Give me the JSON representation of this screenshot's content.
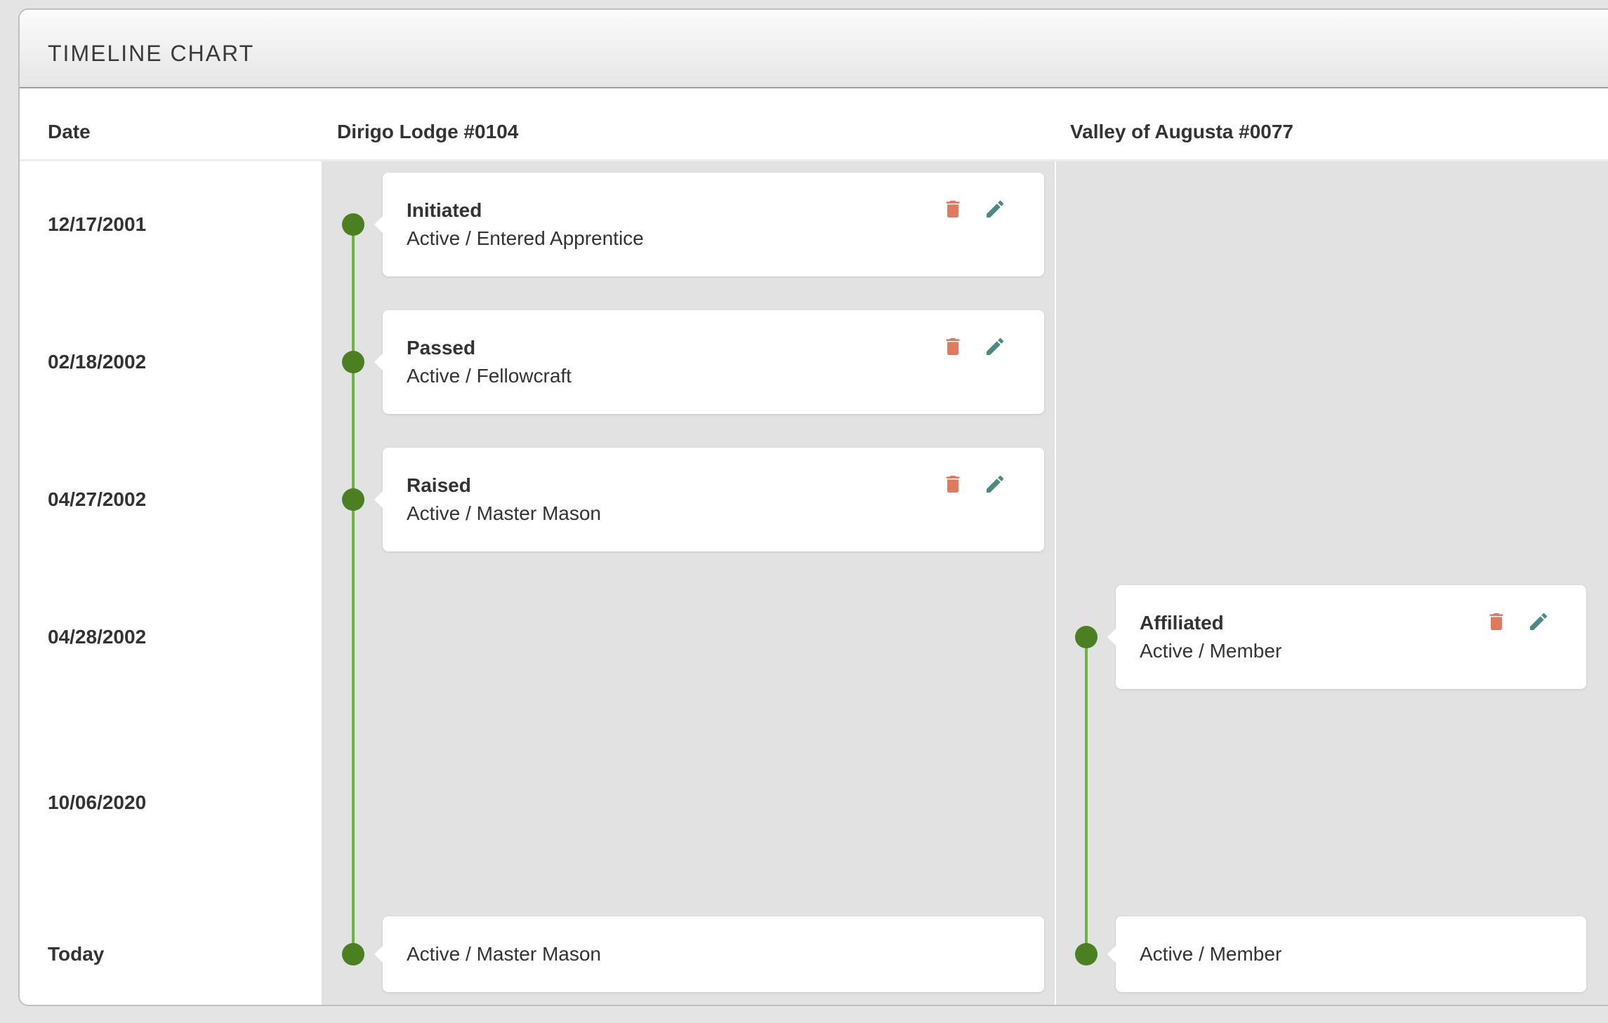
{
  "panel": {
    "title": "TIMELINE CHART"
  },
  "columns": {
    "date_header": "Date",
    "lodges": [
      {
        "name": "Dirigo Lodge #0104"
      },
      {
        "name": "Valley of Augusta #0077"
      }
    ]
  },
  "dates": [
    "12/17/2001",
    "02/18/2002",
    "04/27/2002",
    "04/28/2002",
    "10/06/2020",
    "Today"
  ],
  "events": {
    "dirigo": [
      {
        "title": "Initiated",
        "status": "Active / Entered Apprentice"
      },
      {
        "title": "Passed",
        "status": "Active / Fellowcraft"
      },
      {
        "title": "Raised",
        "status": "Active / Master Mason"
      }
    ],
    "dirigo_today": {
      "status": "Active / Master Mason"
    },
    "valley": [
      {
        "title": "Affiliated",
        "status": "Active / Member"
      }
    ],
    "valley_today": {
      "status": "Active / Member"
    }
  },
  "icons": {
    "delete": "trash-icon",
    "edit": "pencil-icon"
  },
  "colors": {
    "dot": "#4c7f22",
    "line": "#6cb33f",
    "delete_icon": "#e07a5f",
    "edit_icon": "#4e8a84",
    "column_bg": "#e2e2e2"
  }
}
